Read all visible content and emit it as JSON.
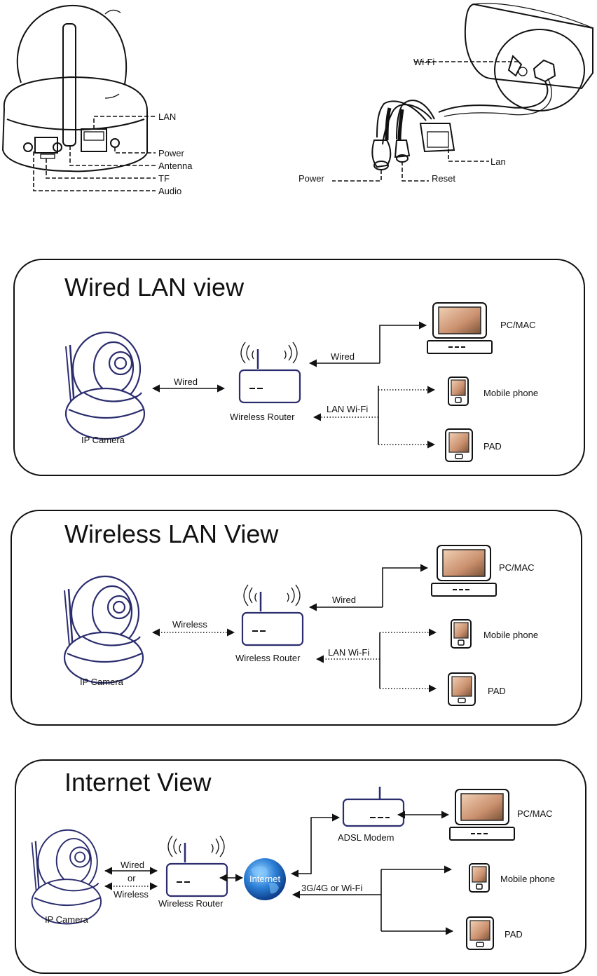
{
  "diagram": {
    "camera_ports": {
      "lan": "LAN",
      "power": "Power",
      "antenna": "Antenna",
      "tf": "TF",
      "audio": "Audio"
    },
    "outdoor_ports": {
      "wifi": "Wi-Fi",
      "lan": "Lan",
      "power": "Power",
      "reset": "Reset"
    },
    "panels": [
      {
        "title": "Wired LAN view",
        "camera": "IP Camera",
        "camera_link": "Wired",
        "router": "Wireless Router",
        "pc_link": "Wired",
        "wifi_link": "LAN Wi-Fi",
        "pc": "PC/MAC",
        "mobile": "Mobile phone",
        "pad": "PAD"
      },
      {
        "title": "Wireless LAN View",
        "camera": "IP Camera",
        "camera_link": "Wireless",
        "router": "Wireless Router",
        "pc_link": "Wired",
        "wifi_link": "LAN Wi-Fi",
        "pc": "PC/MAC",
        "mobile": "Mobile phone",
        "pad": "PAD"
      },
      {
        "title": "Internet View",
        "camera": "IP Camera",
        "camera_link_wired": "Wired",
        "camera_link_or": "or",
        "camera_link_wireless": "Wireless",
        "router": "Wireless Router",
        "internet": "Internet",
        "modem": "ADSL Modem",
        "mobile_link": "3G/4G or Wi-Fi",
        "pc": "PC/MAC",
        "mobile": "Mobile phone",
        "pad": "PAD"
      }
    ]
  }
}
